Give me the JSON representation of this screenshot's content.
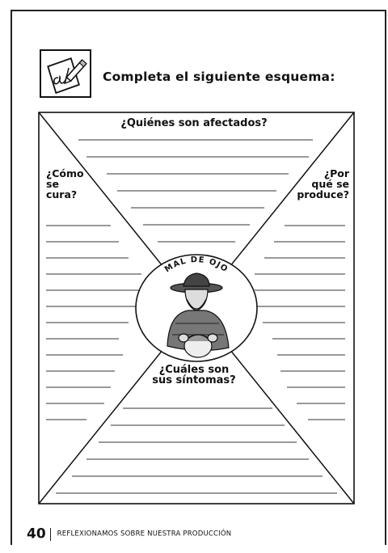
{
  "instruction": {
    "icon": "writing-pencil-icon",
    "text": "Completa el siguiente esquema:"
  },
  "diagram": {
    "center_title": "MAL DE OJO",
    "center_image": "healer-with-child-illustration",
    "question_top": "¿Quiénes son afectados?",
    "question_left": [
      "¿Cómo",
      "se",
      "cura?"
    ],
    "question_right": [
      "¿Por",
      "qué se",
      "produce?"
    ],
    "question_bottom": [
      "¿Cuáles son",
      "sus síntomas?"
    ]
  },
  "footer": {
    "page_number": "40",
    "section": "REFLEXIONAMOS SOBRE NUESTRA PRODUCCIÓN"
  }
}
